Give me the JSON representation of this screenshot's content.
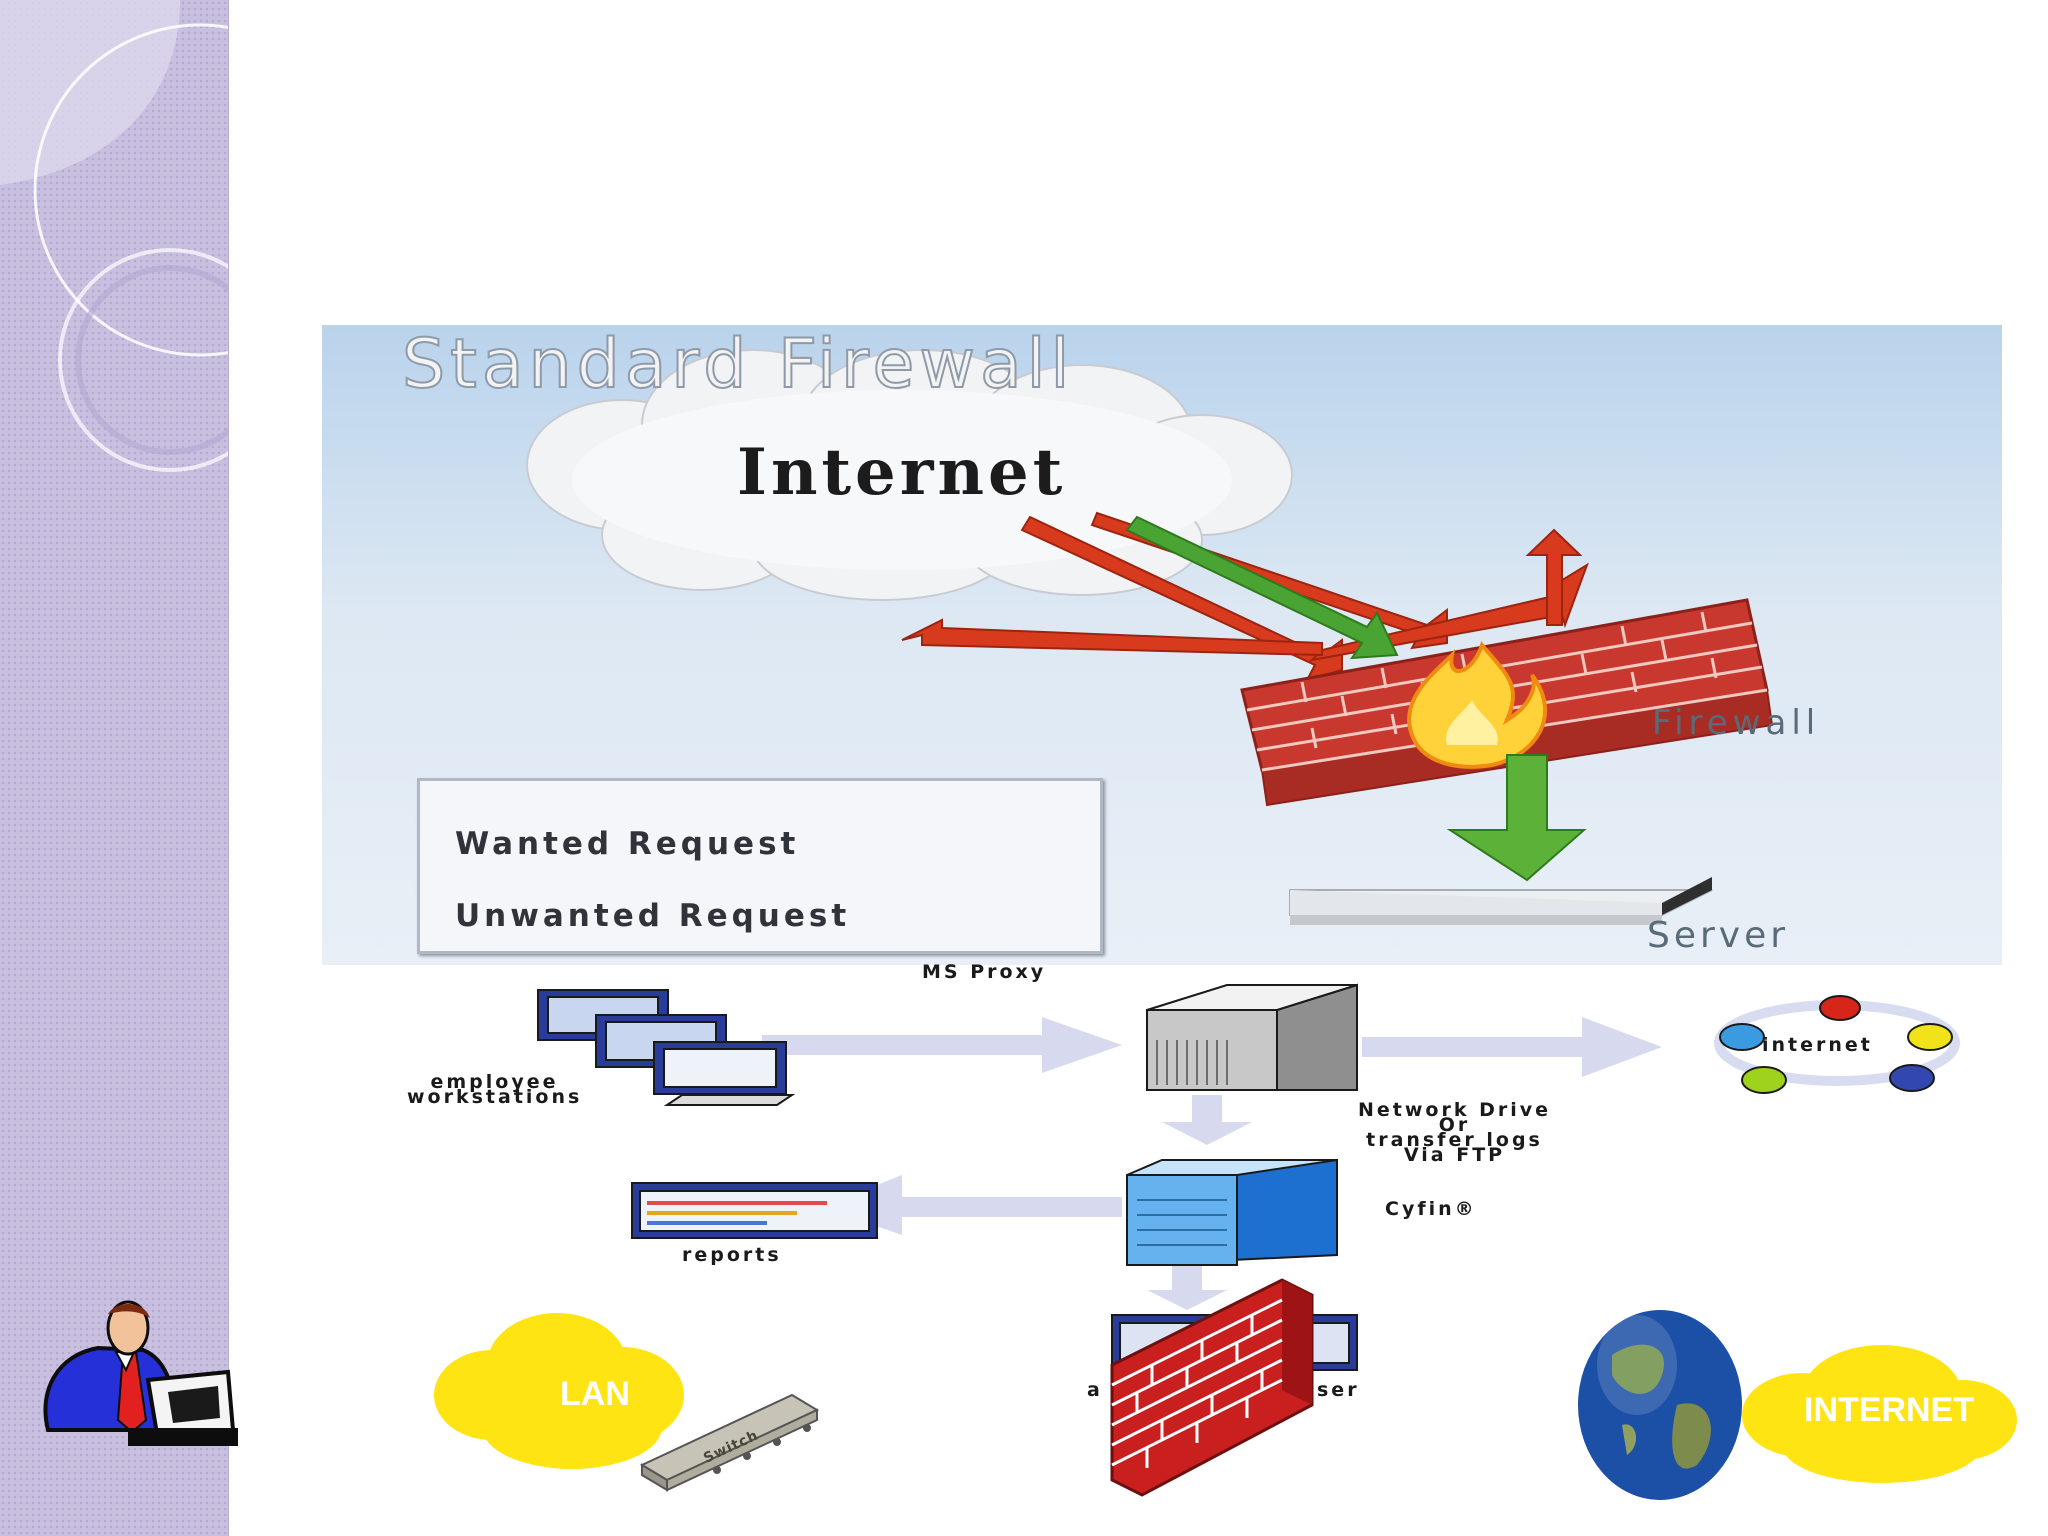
{
  "top_diagram": {
    "title": "Standard Firewall",
    "cloud_label": "Internet",
    "firewall_label": "Firewall",
    "server_label": "Server",
    "legend": {
      "wanted": "Wanted Request",
      "unwanted": "Unwanted Request",
      "wanted_color": "#3d9a2e",
      "unwanted_color": "#d83a1e"
    }
  },
  "bottom_diagram": {
    "proxy_label": "MS Proxy",
    "workstations_label_line1": "employee",
    "workstations_label_line2": "workstations",
    "internet_label": "internet",
    "network_drive_line1": "Network Drive",
    "network_drive_line2": "Or",
    "network_drive_line3": "transfer logs",
    "network_drive_line4": "Via FTP",
    "cyfin_label": "Cyfin®",
    "reports_label": "reports",
    "browser_label_left": "a",
    "browser_label_right": "ser"
  },
  "clipart": {
    "lan_label": "LAN",
    "switch_label": "Switch",
    "internet_label": "INTERNET",
    "cloud_color": "#ffe414"
  }
}
